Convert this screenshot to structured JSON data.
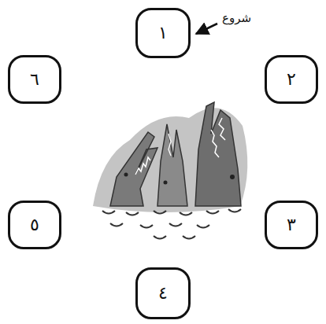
{
  "diagram": {
    "nodes": [
      {
        "text": [
          "١"
        ]
      },
      {
        "text": [
          "٢"
        ]
      },
      {
        "text": [
          "٣"
        ]
      },
      {
        "text": [
          "٤"
        ]
      },
      {
        "text": [
          "٥"
        ]
      },
      {
        "text": [
          "٦"
        ]
      }
    ],
    "labels": [
      "شروع"
    ]
  }
}
